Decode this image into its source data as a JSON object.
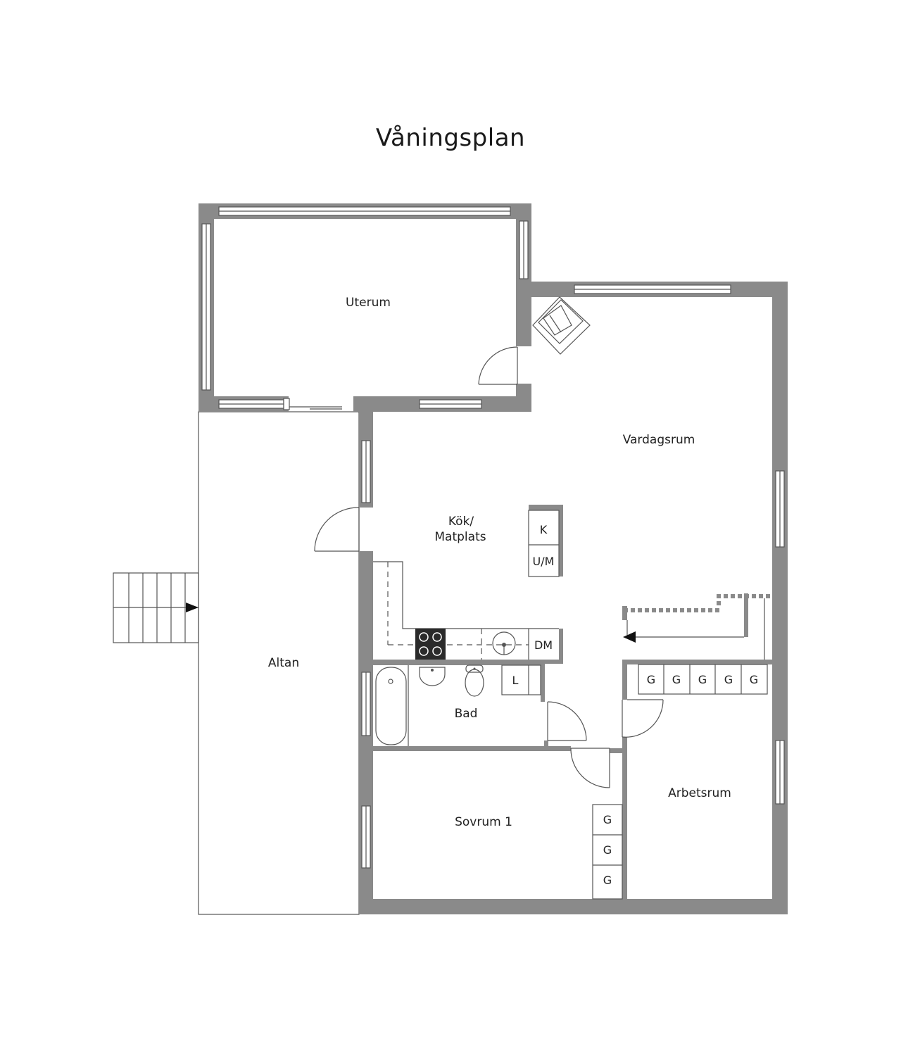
{
  "title": "Våningsplan",
  "rooms": {
    "uterum": "Uterum",
    "vardagsrum": "Vardagsrum",
    "kok_line1": "Kök/",
    "kok_line2": "Matplats",
    "altan": "Altan",
    "bad": "Bad",
    "sovrum": "Sovrum 1",
    "arbetsrum": "Arbetsrum"
  },
  "fixtures": {
    "fridge": "K",
    "freezer": "U/M",
    "dishwasher": "DM",
    "linen": "L",
    "closet": "G"
  },
  "colors": {
    "wall": "#8a8a8a",
    "line": "#555555",
    "hob": "#2a2a2a"
  }
}
